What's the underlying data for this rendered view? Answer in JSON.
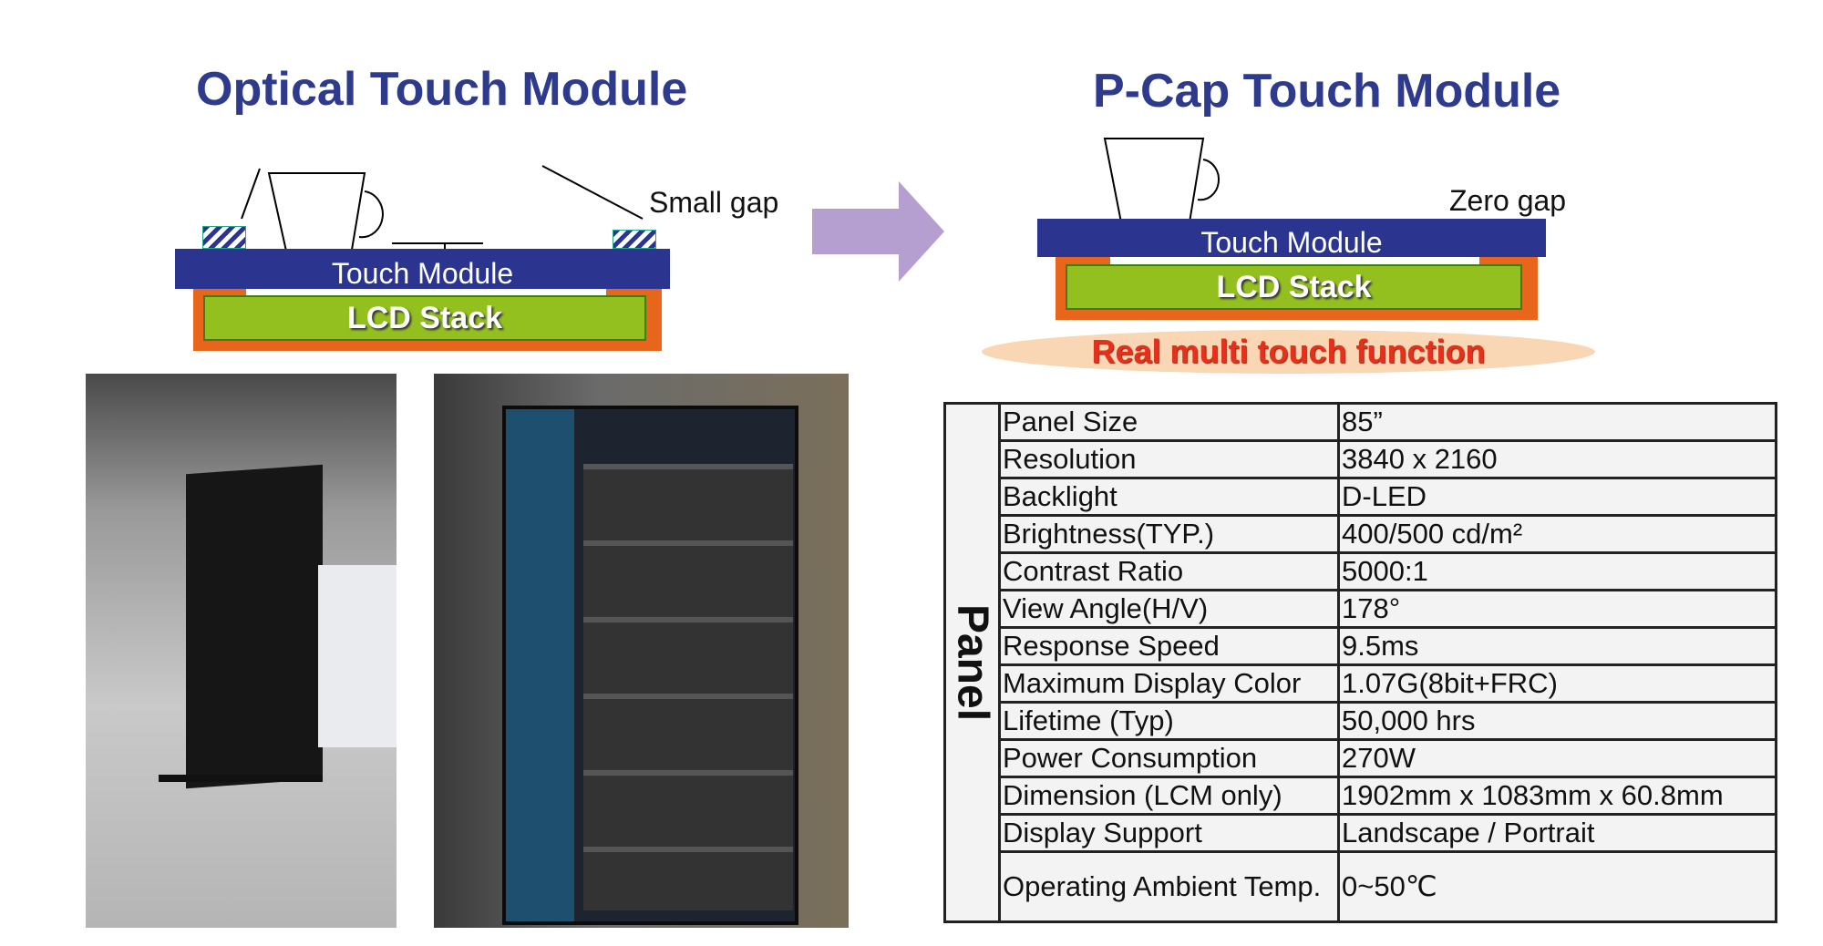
{
  "left": {
    "title": "Optical Touch Module",
    "gap_label": "Small gap",
    "touch_label": "Touch Module",
    "lcd_label": "LCD Stack"
  },
  "right": {
    "title": "P-Cap Touch Module",
    "gap_label": "Zero gap",
    "touch_label": "Touch Module",
    "lcd_label": "LCD Stack",
    "feature": "Real multi touch function"
  },
  "colors": {
    "title": "#2e3a8c",
    "touch": "#2b3590",
    "frame": "#e8661c",
    "lcd": "#93c01f",
    "arrow": "#b59fd0",
    "feature": "#e5311b"
  },
  "spec_table": {
    "group_label": "Panel",
    "rows": [
      {
        "label": "Panel Size",
        "value": "85”"
      },
      {
        "label": "Resolution",
        "value": "3840 x 2160"
      },
      {
        "label": "Backlight",
        "value": "D-LED"
      },
      {
        "label": "Brightness(TYP.)",
        "value": "400/500 cd/m²"
      },
      {
        "label": "Contrast Ratio",
        "value": "5000:1"
      },
      {
        "label": "View Angle(H/V)",
        "value": "178°"
      },
      {
        "label": "Response Speed",
        "value": "9.5ms"
      },
      {
        "label": "Maximum Display Color",
        "value": "1.07G(8bit+FRC)"
      },
      {
        "label": "Lifetime (Typ)",
        "value": "50,000 hrs"
      },
      {
        "label": "Power Consumption",
        "value": "270W"
      },
      {
        "label": "Dimension (LCM only)",
        "value": "1902mm x 1083mm x 60.8mm"
      },
      {
        "label": "Display Support",
        "value": "Landscape / Portrait"
      },
      {
        "label": "Operating Ambient Temp.",
        "value": "0~50℃"
      }
    ]
  }
}
